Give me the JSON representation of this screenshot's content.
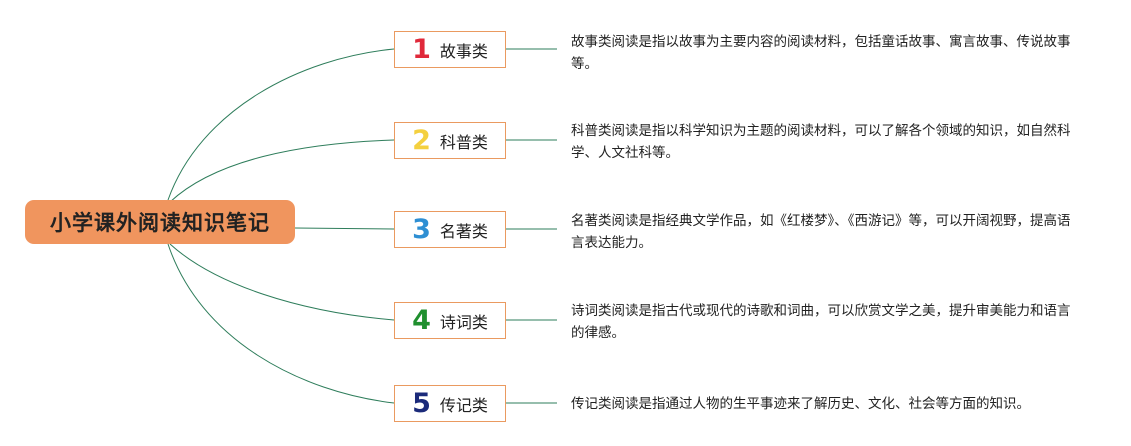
{
  "root": {
    "title": "小学课外阅读知识笔记"
  },
  "colors": {
    "root_fill": "#f0955e",
    "box_border": "#ea9a60",
    "connector": "#2e7d5b"
  },
  "branches": [
    {
      "number": "1",
      "number_color": "#e0293a",
      "label": "故事类",
      "description": "故事类阅读是指以故事为主要内容的阅读材料，包括童话故事、寓言故事、传说故事等。"
    },
    {
      "number": "2",
      "number_color": "#f4d03f",
      "label": "科普类",
      "description": "科普类阅读是指以科学知识为主题的阅读材料，可以了解各个领域的知识，如自然科学、人文社科等。"
    },
    {
      "number": "3",
      "number_color": "#2e8fd3",
      "label": "名著类",
      "description": "名著类阅读是指经典文学作品，如《红楼梦》、《西游记》等，可以开阔视野，提高语言表达能力。"
    },
    {
      "number": "4",
      "number_color": "#1f8f2e",
      "label": "诗词类",
      "description": "诗词类阅读是指古代或现代的诗歌和词曲，可以欣赏文学之美，提升审美能力和语言的律感。"
    },
    {
      "number": "5",
      "number_color": "#1b2a7a",
      "label": "传记类",
      "description": "传记类阅读是指通过人物的生平事迹来了解历史、文化、社会等方面的知识。"
    }
  ]
}
